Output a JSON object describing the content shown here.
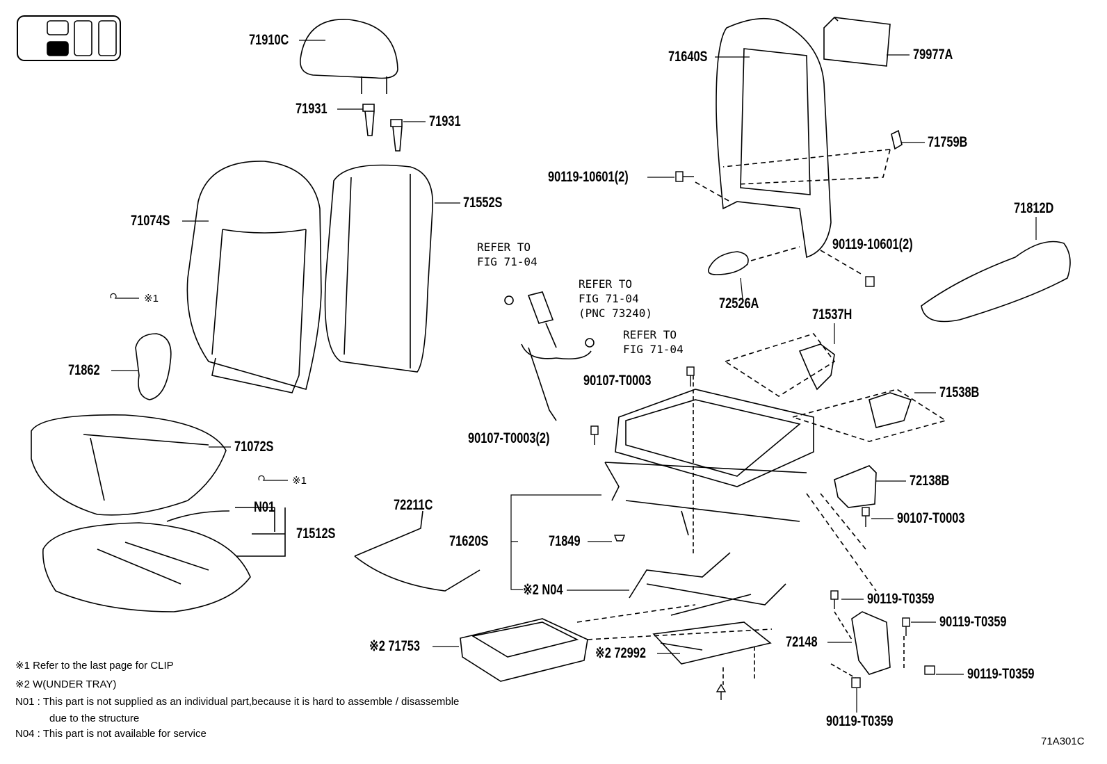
{
  "parts": [
    {
      "id": "71910C"
    },
    {
      "id": "71931"
    },
    {
      "id": "71931"
    },
    {
      "id": "71074S"
    },
    {
      "id": "71552S"
    },
    {
      "id": "※1"
    },
    {
      "id": "71862"
    },
    {
      "id": "71072S"
    },
    {
      "id": "※1"
    },
    {
      "id": "N01"
    },
    {
      "id": "71512S"
    },
    {
      "id": "72211C"
    },
    {
      "id": "71620S"
    },
    {
      "id": "71849"
    },
    {
      "id": "※2 N04"
    },
    {
      "id": "※2 71753"
    },
    {
      "id": "※2 72992"
    },
    {
      "id": "71640S"
    },
    {
      "id": "79977A"
    },
    {
      "id": "71759B"
    },
    {
      "id": "90119-10601(2)"
    },
    {
      "id": "71812D"
    },
    {
      "id": "90119-10601(2)"
    },
    {
      "id": "72526A"
    },
    {
      "id": "71537H"
    },
    {
      "id": "90107-T0003"
    },
    {
      "id": "71538B"
    },
    {
      "id": "90107-T0003(2)"
    },
    {
      "id": "72138B"
    },
    {
      "id": "90107-T0003"
    },
    {
      "id": "90119-T0359"
    },
    {
      "id": "90119-T0359"
    },
    {
      "id": "72148"
    },
    {
      "id": "90119-T0359"
    },
    {
      "id": "90119-T0359"
    }
  ],
  "refs": [
    {
      "text": "REFER TO\nFIG 71-04"
    },
    {
      "text": "REFER TO\nFIG 71-04\n(PNC 73240)"
    },
    {
      "text": "REFER TO\nFIG 71-04"
    }
  ],
  "notes": {
    "n1": "※1 Refer to the last page for CLIP",
    "n2": "※2 W(UNDER  TRAY)",
    "n3": "N01 : This part is not supplied as an individual part,because it is hard to assemble / disassemble",
    "n4": "due to the structure",
    "n5": "N04 : This part is not available for service"
  },
  "figure_code": "71A301C"
}
